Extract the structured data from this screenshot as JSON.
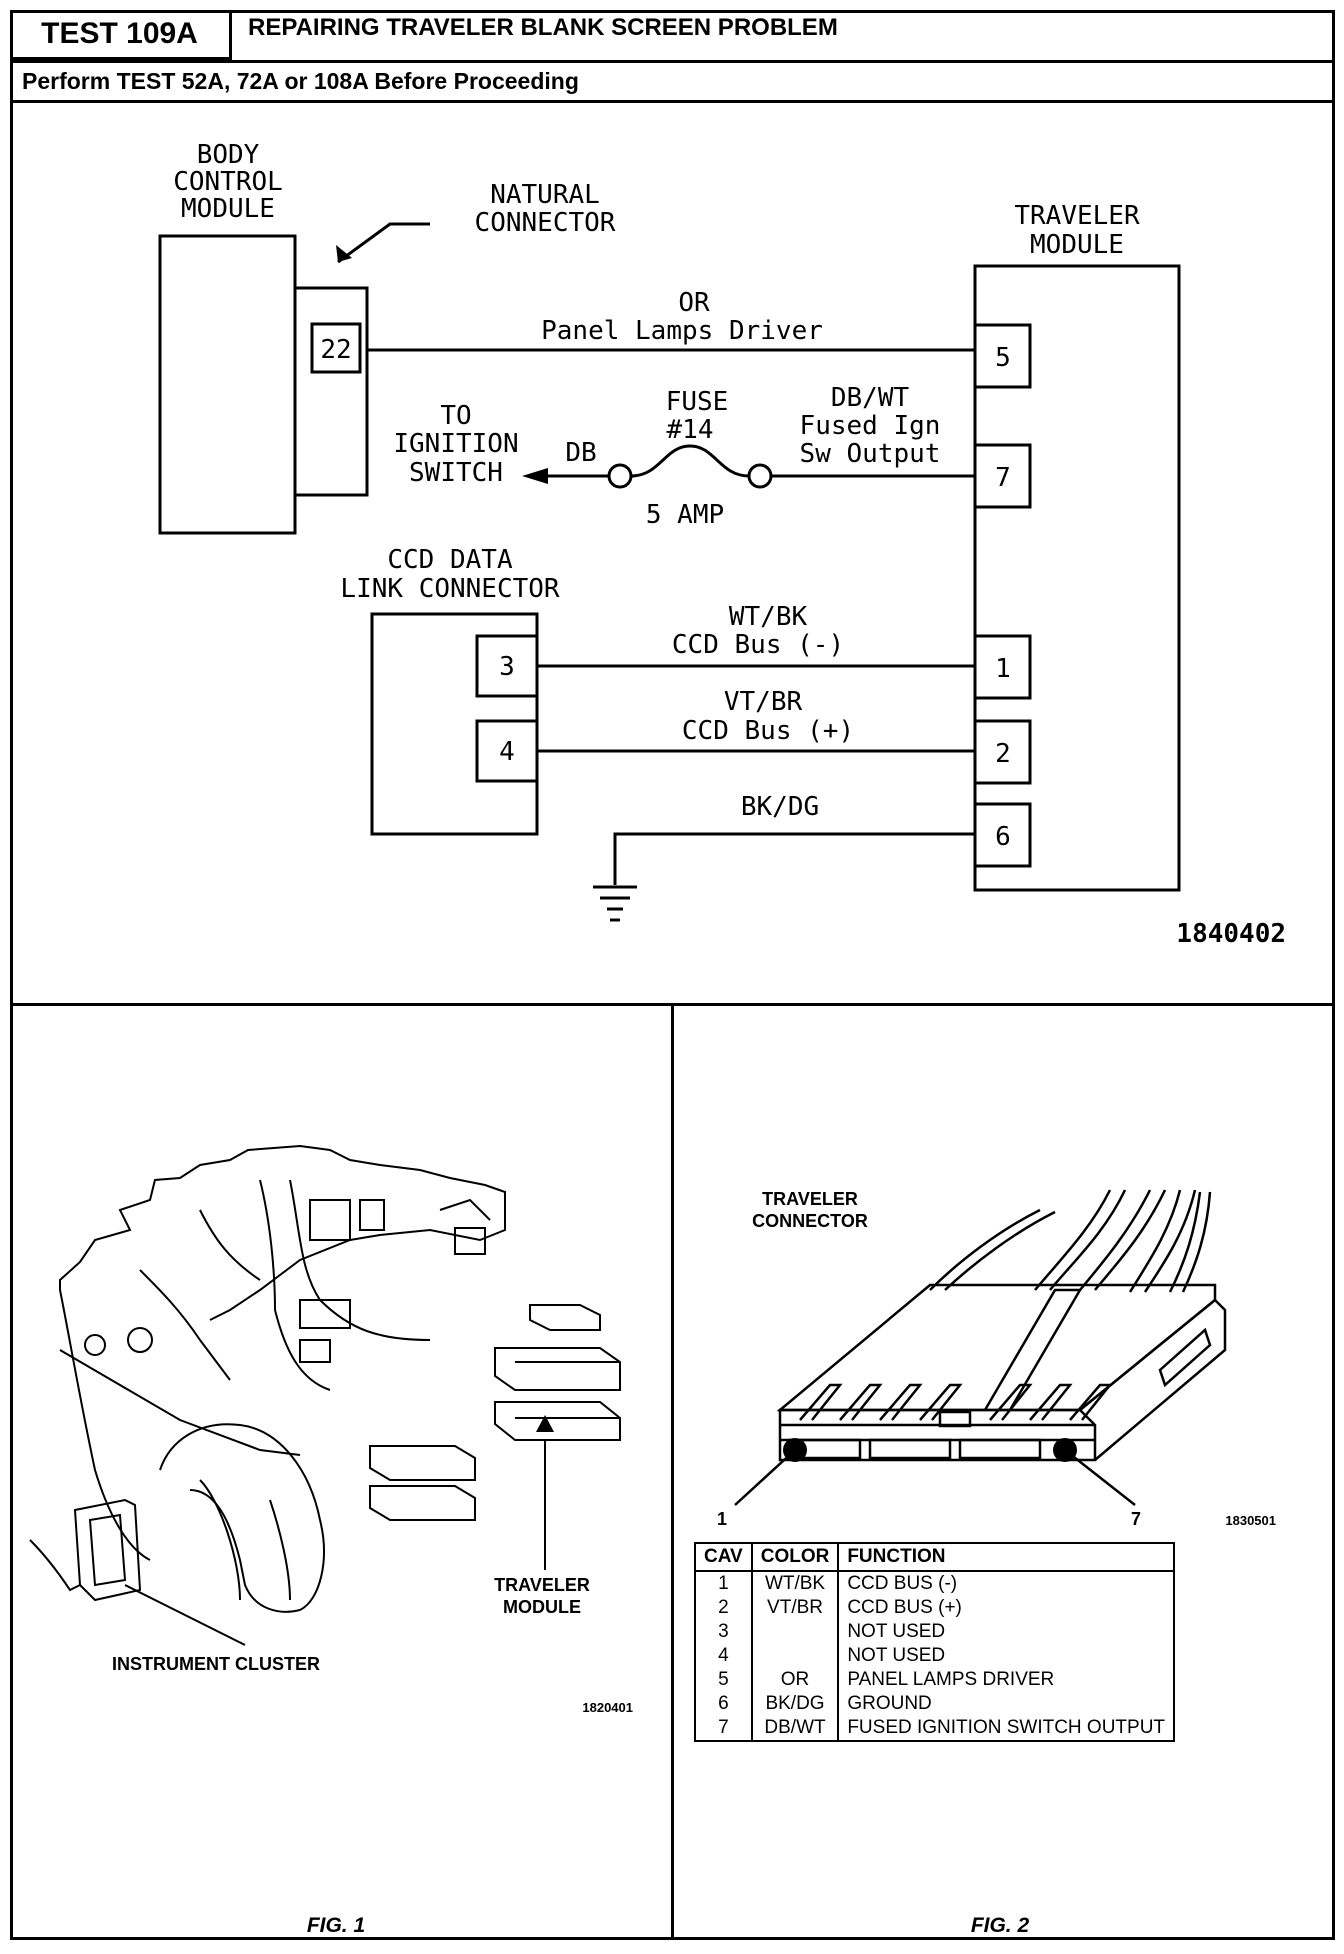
{
  "header": {
    "test_code": "TEST 109A",
    "title": "REPAIRING TRAVELER BLANK SCREEN PROBLEM",
    "subtitle": "Perform TEST 52A, 72A or 108A Before Proceeding"
  },
  "schematic": {
    "bcm_label": [
      "BODY",
      "CONTROL",
      "MODULE"
    ],
    "natural_connector_label": [
      "NATURAL",
      "CONNECTOR"
    ],
    "traveler_module_label": [
      "TRAVELER",
      "MODULE"
    ],
    "ccd_connector_label": [
      "CCD DATA",
      "LINK CONNECTOR"
    ],
    "ignition_label": [
      "TO",
      "IGNITION",
      "SWITCH"
    ],
    "fuse_label": [
      "FUSE",
      "#14"
    ],
    "fuse_rating": "5 AMP",
    "wire_db": "DB",
    "pin_bcm": "22",
    "pins_traveler": [
      "5",
      "7",
      "1",
      "2",
      "6"
    ],
    "pins_ccd": [
      "3",
      "4"
    ],
    "wires": {
      "panel_color": "OR",
      "panel_func": "Panel Lamps Driver",
      "fused_color": "DB/WT",
      "fused_func1": "Fused Ign",
      "fused_func2": "Sw Output",
      "ccd_minus_color": "WT/BK",
      "ccd_minus_func": "CCD Bus (-)",
      "ccd_plus_color": "VT/BR",
      "ccd_plus_func": "CCD Bus (+)",
      "ground_color": "BK/DG"
    },
    "figure_id": "1840402"
  },
  "fig1": {
    "traveler_module_label": [
      "TRAVELER",
      "MODULE"
    ],
    "instrument_cluster_label": "INSTRUMENT CLUSTER",
    "figure_id": "1820401",
    "caption": "FIG. 1"
  },
  "fig2": {
    "connector_label": [
      "TRAVELER",
      "CONNECTOR"
    ],
    "pin_left": "1",
    "pin_right": "7",
    "figure_id": "1830501",
    "caption": "FIG. 2",
    "table": {
      "headers": [
        "CAV",
        "COLOR",
        "FUNCTION"
      ],
      "rows": [
        [
          "1",
          "WT/BK",
          "CCD BUS (-)"
        ],
        [
          "2",
          "VT/BR",
          "CCD BUS (+)"
        ],
        [
          "3",
          "",
          "NOT USED"
        ],
        [
          "4",
          "",
          "NOT USED"
        ],
        [
          "5",
          "OR",
          "PANEL LAMPS DRIVER"
        ],
        [
          "6",
          "BK/DG",
          "GROUND"
        ],
        [
          "7",
          "DB/WT",
          "FUSED IGNITION SWITCH OUTPUT"
        ]
      ]
    }
  }
}
